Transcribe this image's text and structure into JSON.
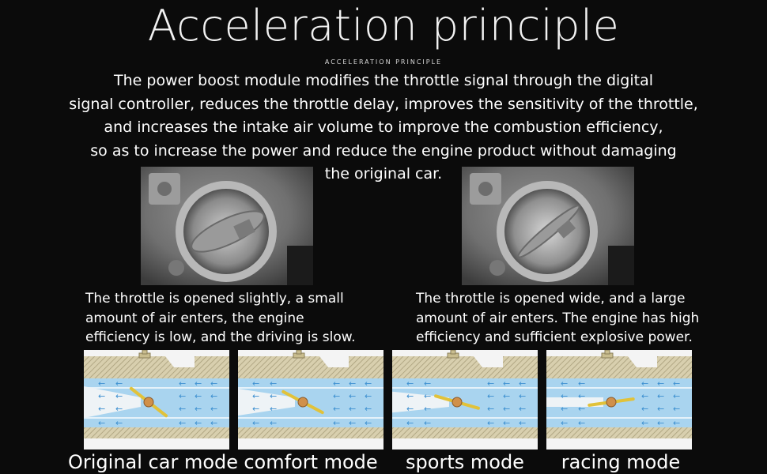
{
  "title": "Acceleration principle",
  "subtitle": "ACCELERATION PRINCIPLE",
  "intro_lines": [
    "The power boost module modifies the throttle signal through the digital",
    "signal controller, reduces the throttle delay, improves the sensitivity of the throttle,",
    "and increases the intake air volume to improve the combustion efficiency,",
    "so as to increase the power and reduce the engine product without damaging",
    "the original car."
  ],
  "captions": {
    "left": [
      "The throttle is opened slightly, a small",
      "amount of air enters, the engine",
      "efficiency is low, and the driving is slow."
    ],
    "right": [
      "The throttle is opened wide, and a large",
      "amount of air enters. The engine has high",
      "efficiency and sufficient explosive power."
    ]
  },
  "modes": [
    {
      "label": "Original car mode",
      "valve_angle": 38
    },
    {
      "label": "comfort mode",
      "valve_angle": 28
    },
    {
      "label": "sports mode",
      "valve_angle": 16
    },
    {
      "label": "racing mode",
      "valve_angle": -8
    }
  ],
  "colors": {
    "background": "#0b0b0b",
    "pipe_wall": "#d8cfae",
    "air_flow": "#a9d4ef",
    "arrow": "#3c8fd0",
    "valve": "#e1c23a",
    "pivot": "#d0904a"
  }
}
